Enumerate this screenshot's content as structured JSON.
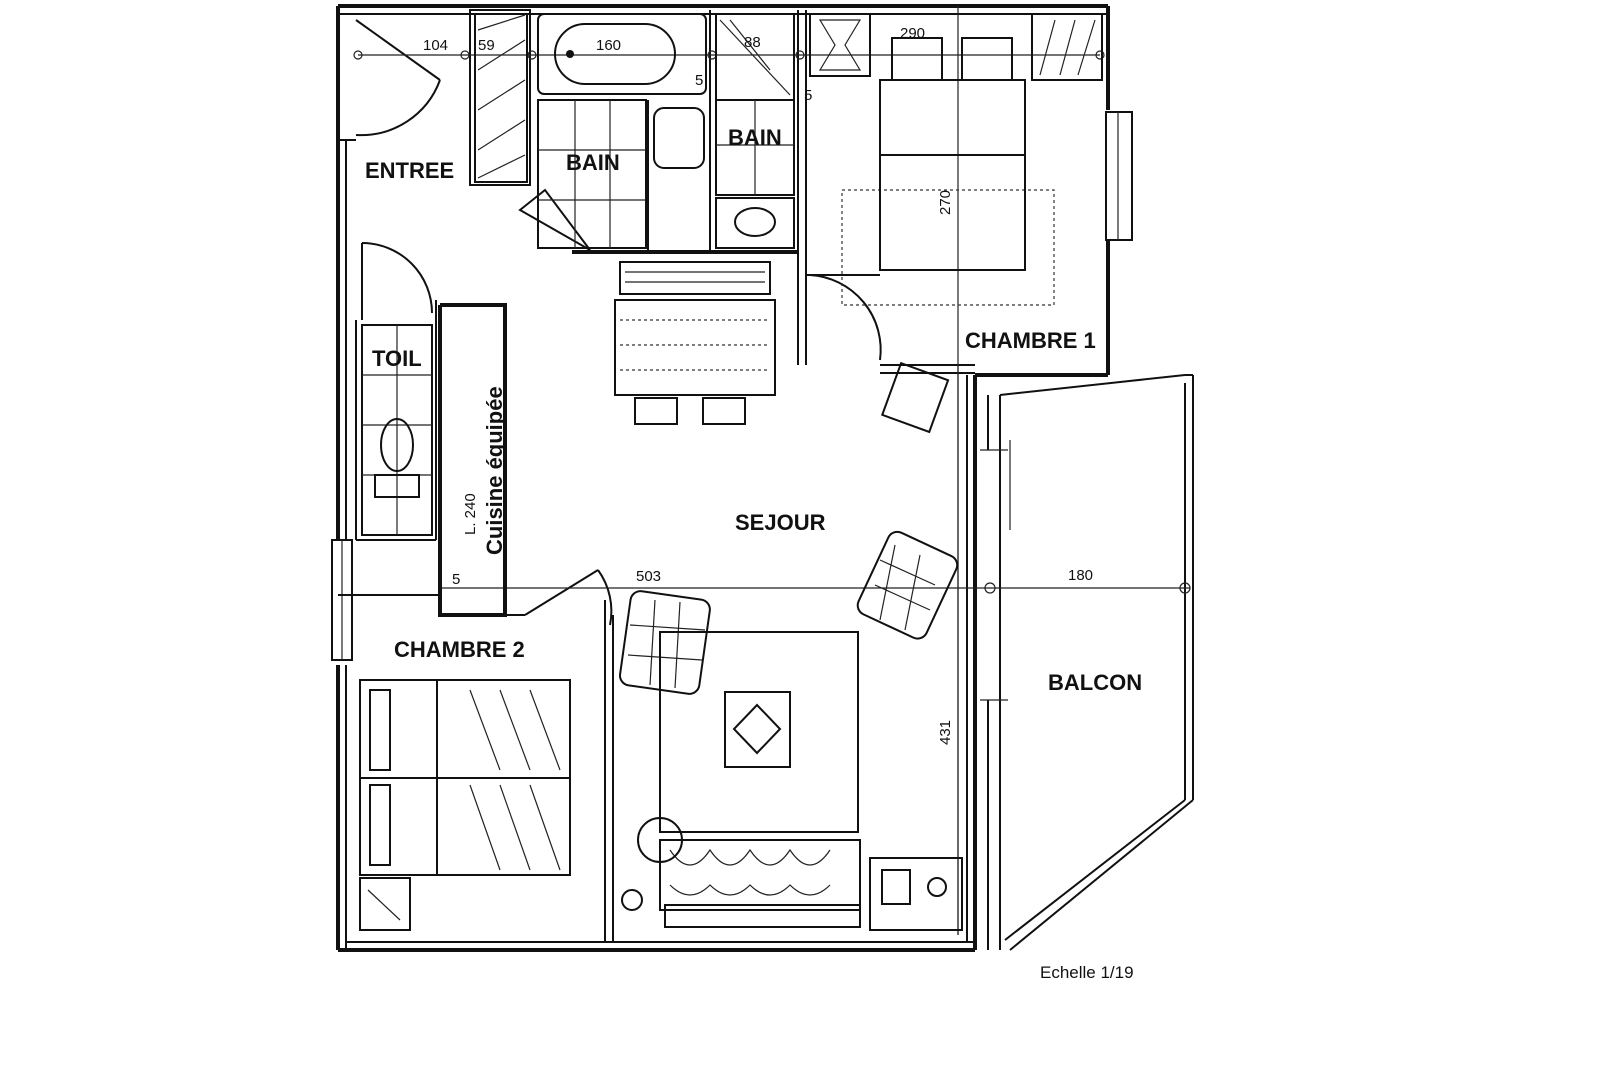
{
  "rooms": {
    "entree": "ENTREE",
    "bain_1": "BAIN",
    "bain_2": "BAIN",
    "chambre_1": "CHAMBRE 1",
    "toil": "TOIL",
    "sejour": "SEJOUR",
    "balcon": "BALCON",
    "chambre_2": "CHAMBRE 2"
  },
  "kitchen_label": "Cuisine équipée",
  "dimensions": {
    "d104": "104",
    "d59": "59",
    "d160": "160",
    "d88": "88",
    "d290": "290",
    "d270": "270",
    "d240": "L. 240",
    "d503": "503",
    "d5a": "5",
    "d5b": "5",
    "d5c": "5",
    "d180": "180",
    "d431": "431"
  },
  "scale_note": "Echelle 1/19"
}
